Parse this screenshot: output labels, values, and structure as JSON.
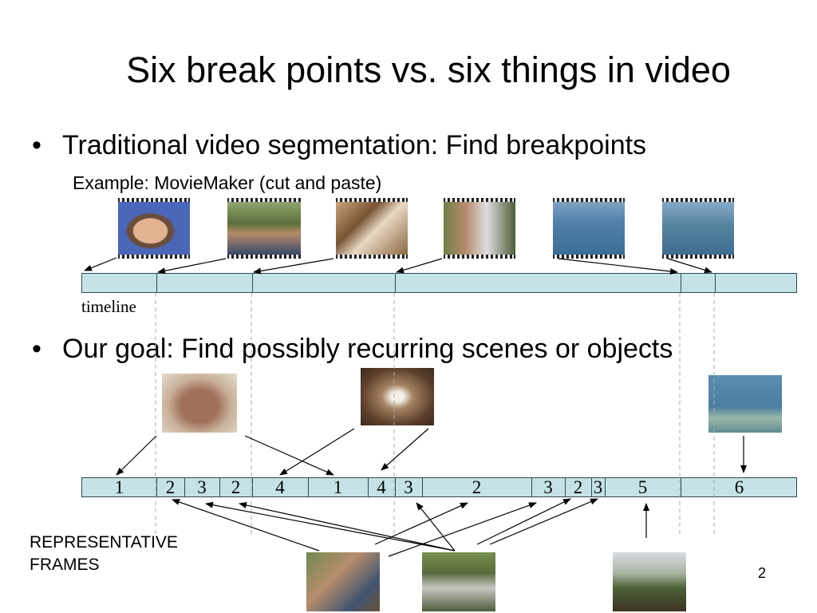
{
  "slide": {
    "title": "Six break points vs. six things in video",
    "bullet1": "Traditional video segmentation: Find breakpoints",
    "example": "Example: MovieMaker (cut and paste)",
    "timeline_label": "timeline",
    "bullet2": "Our goal: Find possibly recurring scenes or objects",
    "rep_label_line1": "REPRESENTATIVE",
    "rep_label_line2": "FRAMES",
    "page_number": "2",
    "bullet_char": "•"
  },
  "segments": [
    "1",
    "2",
    "3",
    "2",
    "4",
    "1",
    "4",
    "3",
    "2",
    "3",
    "2",
    "3",
    "5",
    "6"
  ],
  "colors": {
    "timeline_fill": "#c5e3e6",
    "timeline_border": "#2b4a52"
  }
}
